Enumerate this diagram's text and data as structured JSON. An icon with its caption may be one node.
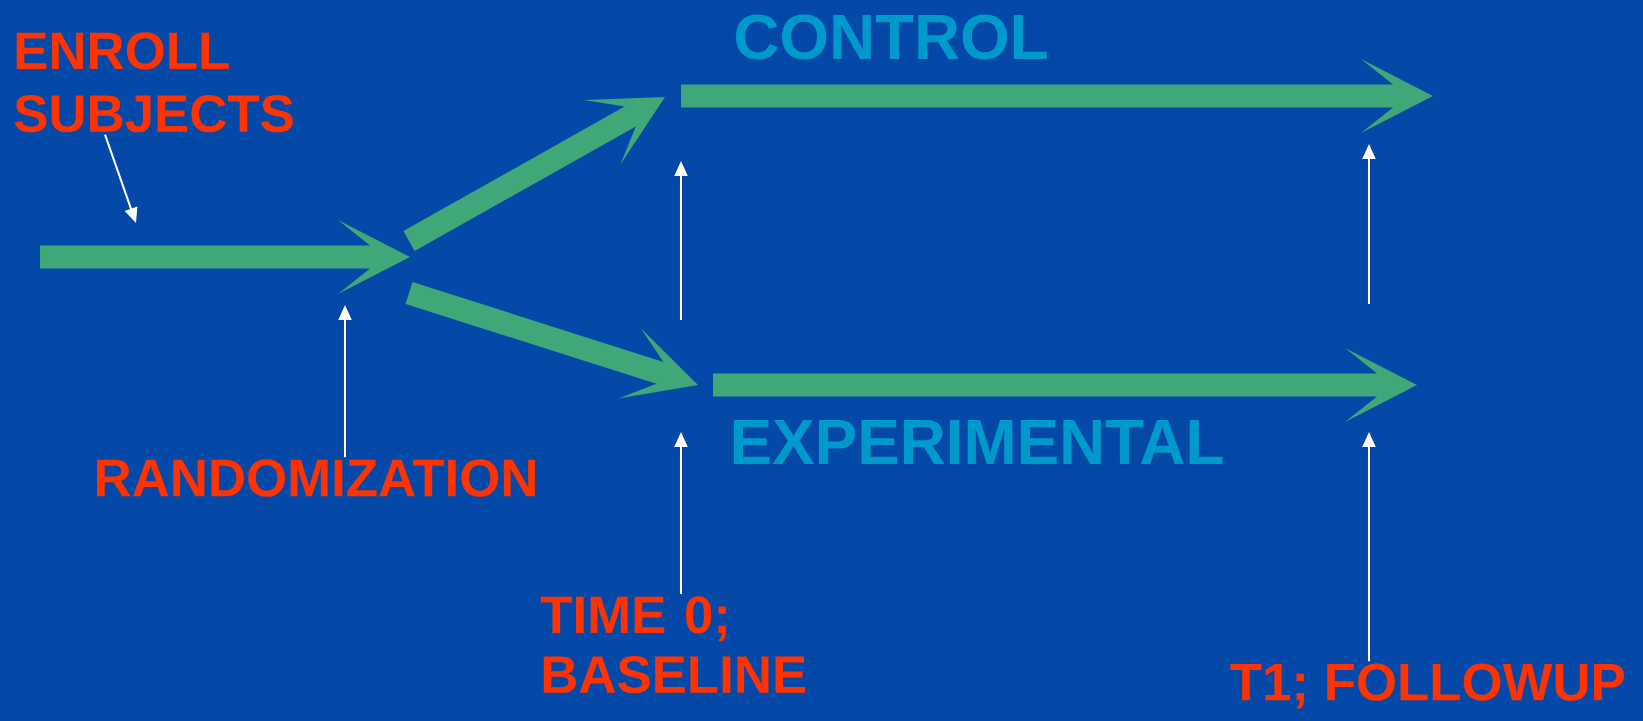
{
  "diagram": {
    "nodes": [
      {
        "text": [
          "ENROLL SUBJECTS"
        ]
      },
      {
        "text": [
          "CONTROL"
        ]
      },
      {
        "text": [
          "RANDOMIZATION"
        ]
      },
      {
        "text": [
          "EXPERIMENTAL"
        ]
      },
      {
        "text": [
          "TIME 0; BASELINE"
        ]
      },
      {
        "text": [
          "T1; FOLLOWUP"
        ]
      }
    ],
    "edges": [
      {
        "from": 0,
        "to": null,
        "arrow": "to"
      },
      {
        "from": 2,
        "to": null,
        "arrow": "to"
      },
      {
        "from": 4,
        "to": null,
        "arrow": "to"
      },
      {
        "from": 5,
        "to": null,
        "arrow": "to"
      }
    ]
  }
}
